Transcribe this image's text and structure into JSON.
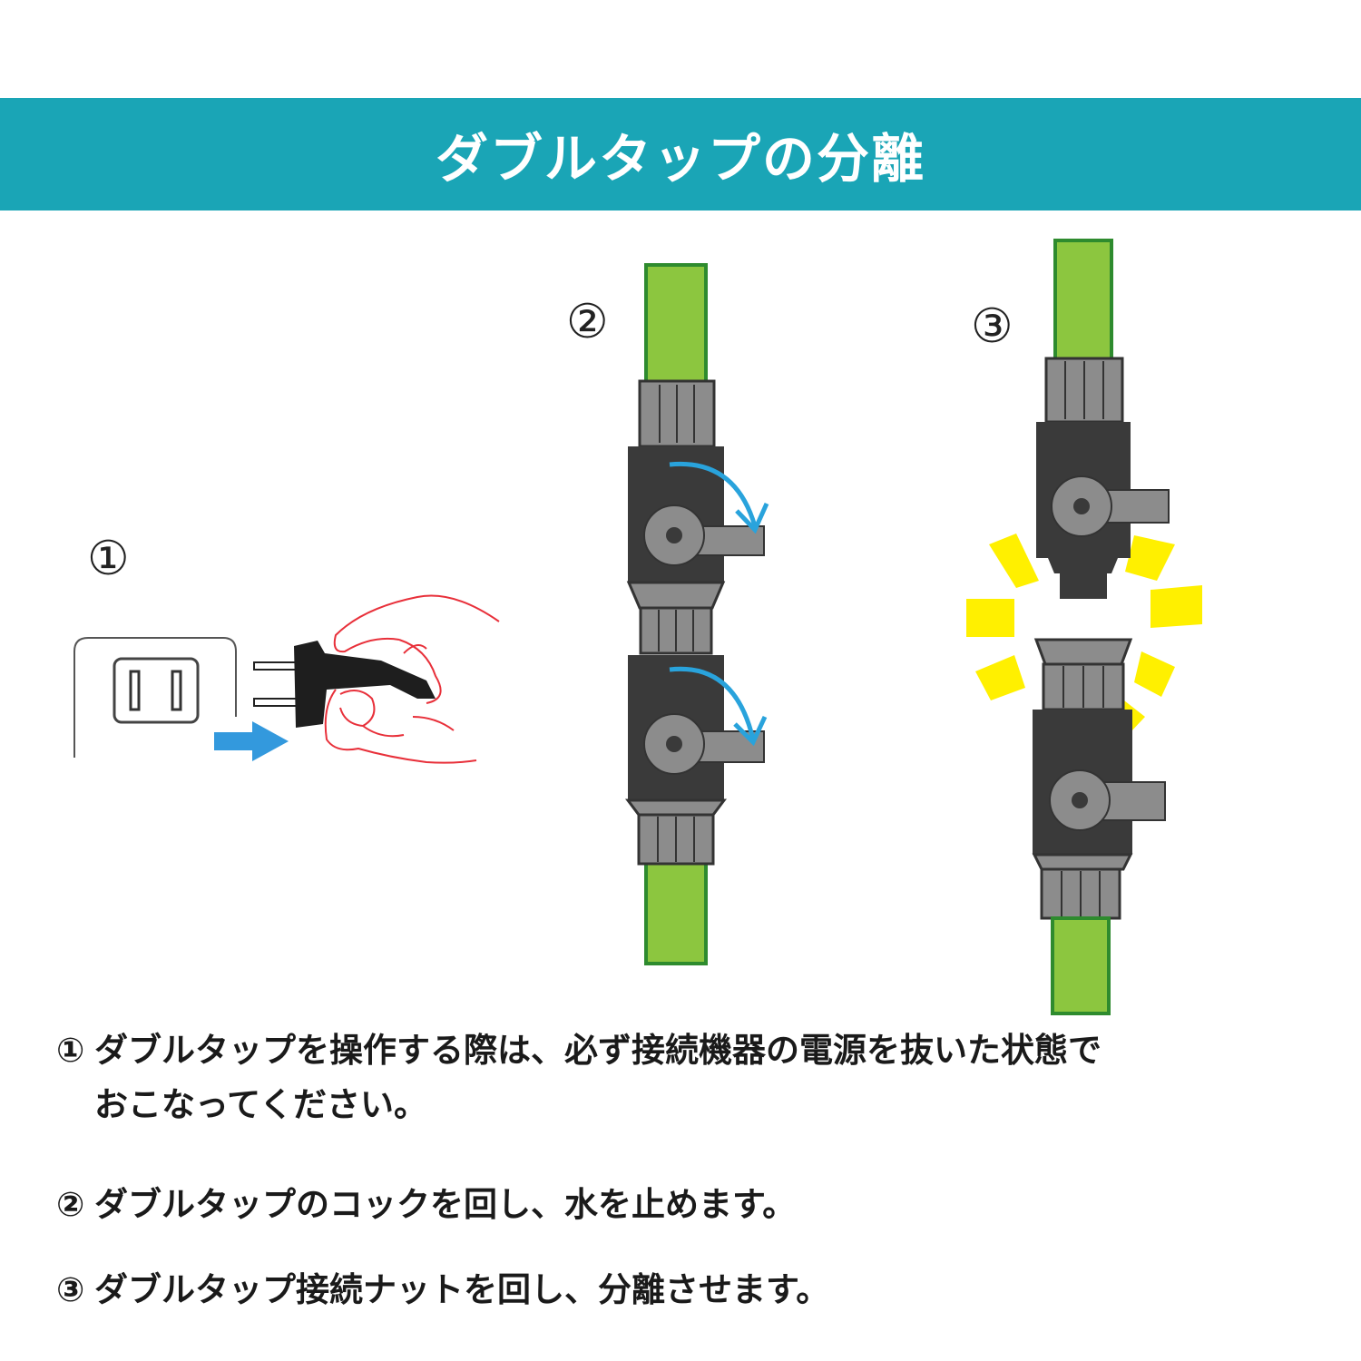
{
  "header": {
    "title": "ダブルタップの分離",
    "background_color": "#1aa5b6"
  },
  "steps": [
    {
      "marker": "①"
    },
    {
      "marker": "②"
    },
    {
      "marker": "③"
    }
  ],
  "instructions": [
    {
      "marker": "①",
      "line1": "ダブルタップを操作する際は、必ず接続機器の電源を抜いた状態で",
      "line2": "おこなってください。"
    },
    {
      "marker": "②",
      "line1": "ダブルタップのコックを回し、水を止めます。"
    },
    {
      "marker": "③",
      "line1": "ダブルタップ接続ナットを回し、分離させます。"
    }
  ],
  "colors": {
    "hose": "#8cc63f",
    "hose_edge": "#2e8b2e",
    "valve_body": "#3a3a3a",
    "nut": "#8c8c8c",
    "rotate_arrow": "#29a3dc",
    "push_arrow": "#3399dd",
    "hand_outline": "#e8303a",
    "burst": "#fff000"
  }
}
